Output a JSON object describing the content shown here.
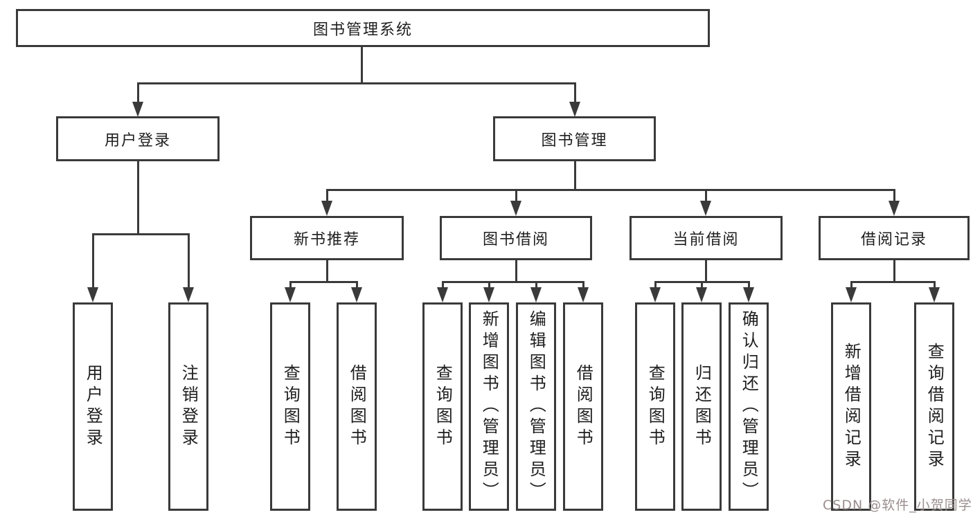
{
  "tree": {
    "label": "图书管理系统",
    "children": [
      {
        "label": "用户登录",
        "children": [
          {
            "label": "用户登录"
          },
          {
            "label": "注销登录"
          }
        ]
      },
      {
        "label": "图书管理",
        "children": [
          {
            "label": "新书推荐",
            "children": [
              {
                "label": "查询图书"
              },
              {
                "label": "借阅图书"
              }
            ]
          },
          {
            "label": "图书借阅",
            "children": [
              {
                "label": "查询图书"
              },
              {
                "label": "新增图书（管理员）"
              },
              {
                "label": "编辑图书（管理员）"
              },
              {
                "label": "借阅图书"
              }
            ]
          },
          {
            "label": "当前借阅",
            "children": [
              {
                "label": "查询图书"
              },
              {
                "label": "归还图书"
              },
              {
                "label": "确认归还（管理员）"
              }
            ]
          },
          {
            "label": "借阅记录",
            "children": [
              {
                "label": "新增借阅记录"
              },
              {
                "label": "查询借阅记录"
              }
            ]
          }
        ]
      }
    ]
  },
  "watermark": {
    "text": "CSDN @软件_小贺同学"
  },
  "colors": {
    "line": "#3a3a3a",
    "text": "#1e1e1e",
    "background": "#ffffff",
    "watermark": "#9b8e8e"
  }
}
